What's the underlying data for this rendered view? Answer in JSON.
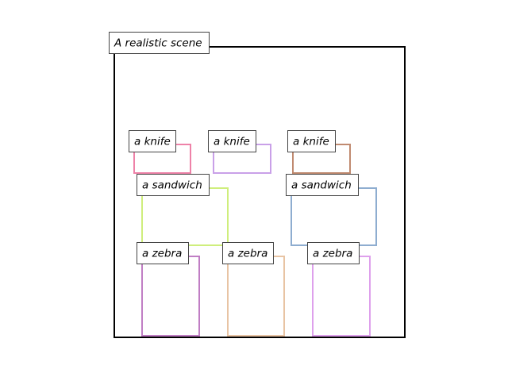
{
  "scene": {
    "title": "A realistic scene"
  },
  "objects": [
    {
      "label": "a knife",
      "color": "#ee82a8"
    },
    {
      "label": "a knife",
      "color": "#c9a0e8"
    },
    {
      "label": "a knife",
      "color": "#c08a70"
    },
    {
      "label": "a sandwich",
      "color": "#cfee7c"
    },
    {
      "label": "a sandwich",
      "color": "#8eadd0"
    },
    {
      "label": "a zebra",
      "color": "#c07ec4"
    },
    {
      "label": "a zebra",
      "color": "#e8c4a4"
    },
    {
      "label": "a zebra",
      "color": "#dea0ec"
    }
  ]
}
